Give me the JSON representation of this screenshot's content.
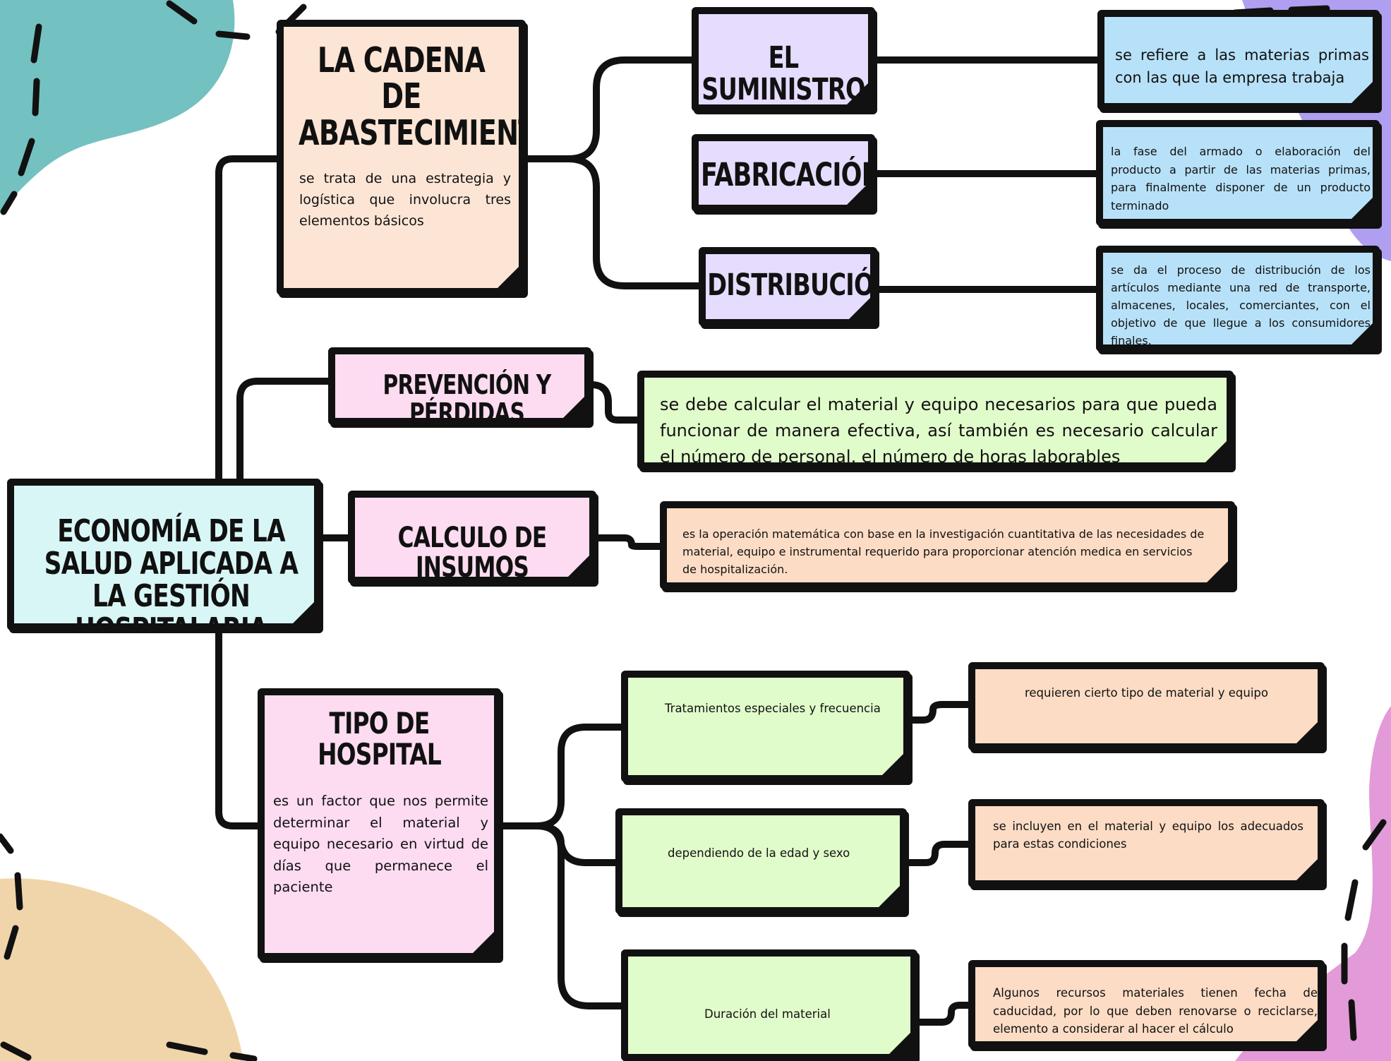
{
  "root": {
    "title": "ECONOMÍA DE LA SALUD APLICADA A LA GESTIÓN HOSPITALARIA"
  },
  "supply_chain": {
    "title": "LA CADENA DE ABASTECIMIENTO",
    "text": "se trata de una estrategia y logística que involucra tres elementos básicos",
    "elements": [
      {
        "title": "EL SUMINISTRO",
        "detail": "se refiere a las materias primas con las que la empresa trabaja"
      },
      {
        "title": "FABRICACIÓN",
        "detail": "la fase del armado o elaboración del producto a partir de las materias primas, para finalmente disponer de un producto terminado"
      },
      {
        "title": "DISTRIBUCIÓN",
        "detail": "se da el proceso de distribución de los artículos mediante una red de transporte, almacenes, locales, comerciantes, con el objetivo de que llegue a los consumidores finales."
      }
    ]
  },
  "prevention": {
    "title": "PREVENCIÓN Y PÉRDIDAS",
    "detail": "se debe calcular el material y equipo necesarios para que pueda funcionar de manera efectiva, así también es necesario calcular el número de personal, el número de horas laborables"
  },
  "supplies": {
    "title": "CALCULO DE INSUMOS",
    "detail": "es la operación matemática con base en la investigación cuantitativa de las necesidades de material, equipo e instrumental requerido para proporcionar atención medica en servicios de hospitalización."
  },
  "hospital_type": {
    "title": "TIPO DE HOSPITAL",
    "text": "es un factor que nos permite determinar el material y equipo necesario en virtud de días que permanece el paciente",
    "factors": [
      {
        "label": "Tratamientos especiales y frecuencia",
        "detail": "requieren cierto tipo de material y equipo"
      },
      {
        "label": "dependiendo de la edad y sexo",
        "detail": "se incluyen en el material y equipo los adecuados para estas condiciones"
      },
      {
        "label": "Duración del material",
        "detail": "Algunos recursos materiales tienen fecha de caducidad, por lo que deben renovarse o reciclarse, elemento a considerar al hacer el cálculo"
      }
    ]
  },
  "colors": {
    "root": "#d9f6f6",
    "supply_chain": "#fde5d5",
    "element_titles": "#e6dcfd",
    "element_details": "#b7e1f8",
    "pink_nodes": "#fddcf1",
    "green_nodes": "#e1fccb",
    "orange_nodes": "#fddcc5",
    "blob_teal": "#74c1c1",
    "blob_purple": "#b09ff0",
    "blob_magenta": "#e39ad8",
    "blob_tan": "#f1d5aa"
  }
}
